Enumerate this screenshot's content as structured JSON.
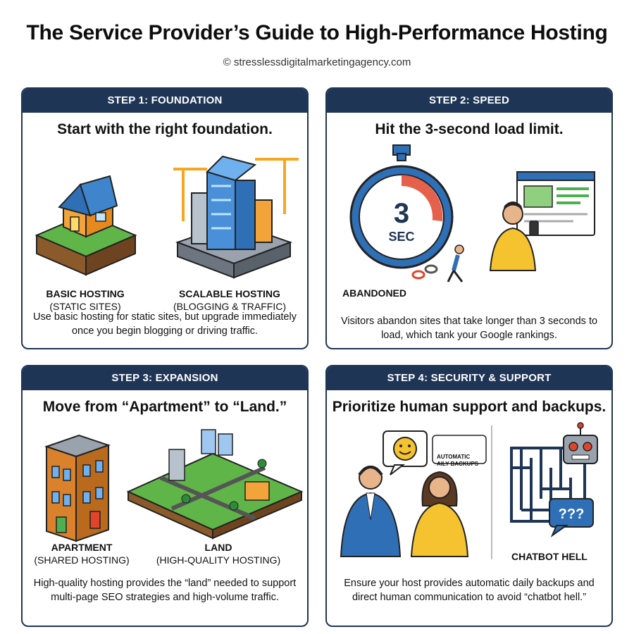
{
  "page": {
    "title": "The Service Provider’s Guide to High-Performance Hosting",
    "credit": "© stresslessdigitalmarketingagency.com"
  },
  "steps": [
    {
      "label": "STEP 1: FOUNDATION",
      "heading": "Start with the right foundation.",
      "left_caption": {
        "bold": "BASIC HOSTING",
        "sub": "(STATIC SITES)"
      },
      "right_caption": {
        "bold": "SCALABLE HOSTING",
        "sub": "(BLOGGING & TRAFFIC)"
      },
      "description": "Use basic hosting for static sites, but upgrade immediately once you begin blogging or driving traffic."
    },
    {
      "label": "STEP 2: SPEED",
      "heading": "Hit the 3-second load limit.",
      "timer_number": "3",
      "timer_unit": "SEC",
      "abandoned_label": "ABANDONED",
      "description": "Visitors abandon sites that take longer than 3 seconds to load, which tank your Google rankings."
    },
    {
      "label": "STEP 3: EXPANSION",
      "heading": "Move from “Apartment” to “Land.”",
      "left_caption": {
        "bold": "APARTMENT",
        "sub": "(SHARED HOSTING)"
      },
      "right_caption": {
        "bold": "LAND",
        "sub": "(HIGH-QUALITY HOSTING)"
      },
      "description": "High-quality hosting provides the “land” needed to support multi-page SEO strategies and high-volume traffic."
    },
    {
      "label": "STEP 4: SECURITY & SUPPORT",
      "heading": "Prioritize human support and backups.",
      "bubble_line1": "AUTOMATIC",
      "bubble_line2": "AILY BACKUPS",
      "question_marks": "???",
      "chatbot_label": "CHATBOT HELL",
      "description": "Ensure your host provides automatic daily backups and direct human communication to avoid “chatbot hell.”"
    }
  ],
  "colors": {
    "navy": "#1f3556",
    "blue": "#2f6fb5",
    "orange": "#f2a33a",
    "yellow": "#f5c330",
    "green": "#4caf50",
    "red": "#e0452b"
  },
  "icons": [
    "house-icon",
    "skyscraper-icon",
    "stopwatch-icon",
    "broken-chain-icon",
    "walking-person-icon",
    "browser-window-icon",
    "apartment-building-icon",
    "city-land-icon",
    "smiley-bubble-icon",
    "support-agent-icon",
    "maze-icon",
    "robot-icon"
  ]
}
